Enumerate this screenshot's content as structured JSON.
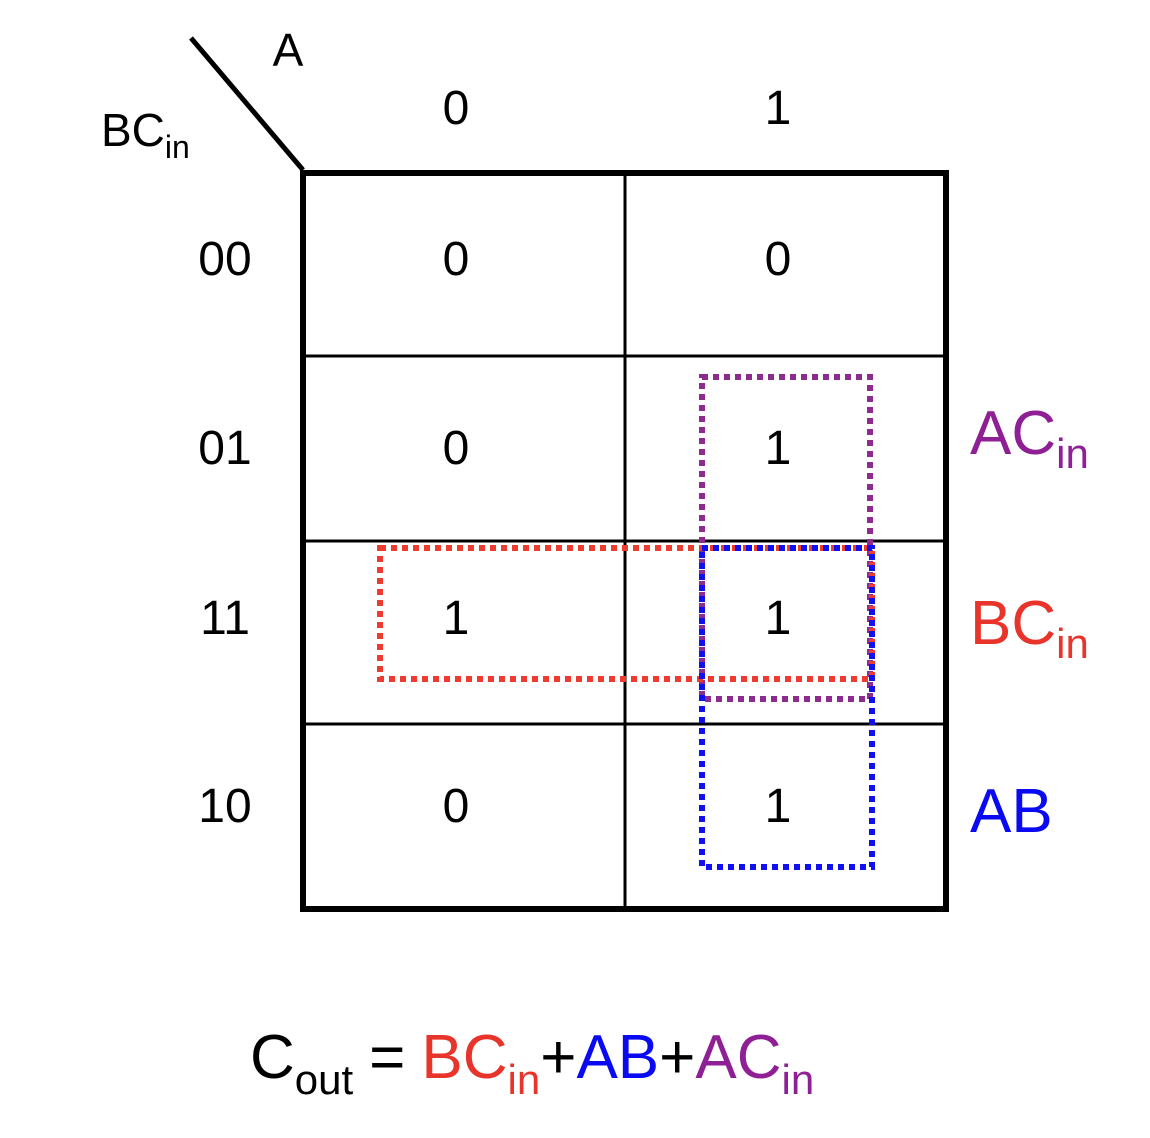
{
  "axes": {
    "column_variable": "A",
    "row_variable_base": "BC",
    "row_variable_sub": "in",
    "column_labels": [
      "0",
      "1"
    ],
    "row_labels": [
      "00",
      "01",
      "11",
      "10"
    ]
  },
  "cells": [
    [
      "0",
      "0"
    ],
    [
      "0",
      "1"
    ],
    [
      "1",
      "1"
    ],
    [
      "0",
      "1"
    ]
  ],
  "groups": [
    {
      "id": "ac",
      "base": "AC",
      "sub": "in",
      "color": "#8e2b8e",
      "label_color": "#8e1f94"
    },
    {
      "id": "bc",
      "base": "BC",
      "sub": "in",
      "color": "#ee3b2f",
      "label_color": "#e8342a"
    },
    {
      "id": "ab",
      "base": "AB",
      "sub": "",
      "color": "#1010f0",
      "label_color": "#0a0af2"
    }
  ],
  "equation": {
    "lhs_base": "C",
    "lhs_sub": "out",
    "equals": "=",
    "terms": [
      {
        "base": "BC",
        "sub": "in",
        "color": "#e8342a"
      },
      {
        "sep": "+",
        "color": "#000000"
      },
      {
        "base": "AB",
        "sub": "",
        "color": "#0a0af2"
      },
      {
        "sep": "+",
        "color": "#000000"
      },
      {
        "base": "AC",
        "sub": "in",
        "color": "#8e1f94"
      }
    ]
  }
}
